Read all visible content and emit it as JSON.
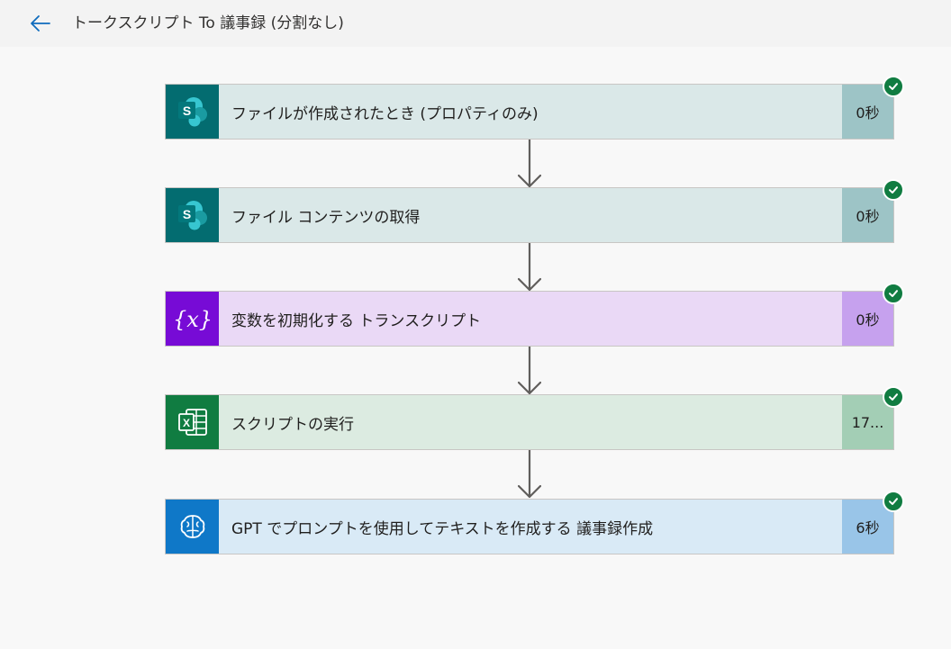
{
  "header": {
    "title": "トークスクリプト To 議事録 (分割なし)"
  },
  "flow": {
    "steps": [
      {
        "label": "ファイルが作成されたとき (プロパティのみ)",
        "duration": "0秒",
        "icon": "sharepoint-icon",
        "icon_color": "#036c70",
        "body_color": "#dae8e8",
        "duration_color": "#9dc4c6"
      },
      {
        "label": "ファイル コンテンツの取得",
        "duration": "0秒",
        "icon": "sharepoint-icon",
        "icon_color": "#036c70",
        "body_color": "#dae8e8",
        "duration_color": "#9dc4c6"
      },
      {
        "label": "変数を初期化する トランスクリプト",
        "duration": "0秒",
        "icon": "variable-icon",
        "icon_color": "#770bd6",
        "body_color": "#ead9f6",
        "duration_color": "#c6a1ee"
      },
      {
        "label": "スクリプトの実行",
        "duration": "17...",
        "icon": "excel-icon",
        "icon_color": "#107c41",
        "body_color": "#dcebe1",
        "duration_color": "#a3ceb5"
      },
      {
        "label": "GPT でプロンプトを使用してテキストを作成する 議事録作成",
        "duration": "6秒",
        "icon": "ai-brain-icon",
        "icon_color": "#0f78c8",
        "body_color": "#d9eaf6",
        "duration_color": "#99c5e8"
      }
    ],
    "status_color": "#107c41"
  }
}
